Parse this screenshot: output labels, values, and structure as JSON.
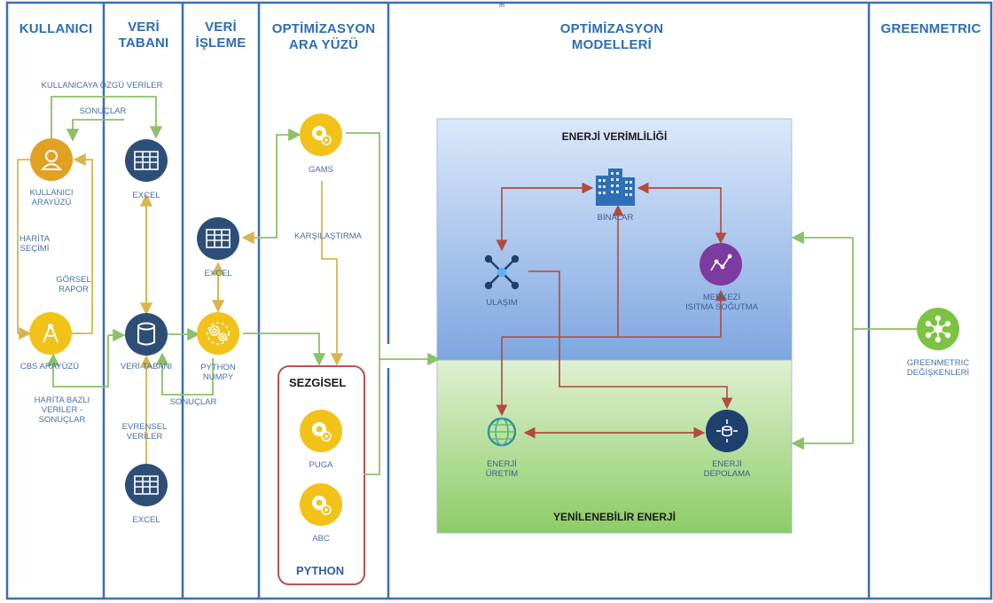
{
  "columns": {
    "kullanici": "KULLANICI",
    "veri_tabani_1": "VERİ",
    "veri_tabani_2": "TABANI",
    "veri_isleme_1": "VERİ",
    "veri_isleme_2": "İŞLEME",
    "opt_arayuz_1": "OPTİMİZASYON",
    "opt_arayuz_2": "ARA YÜZÜ",
    "opt_modelleri_1": "OPTİMİZASYON",
    "opt_modelleri_2": "MODELLERİ",
    "greenmetric": "GREENMETRIC",
    "top_mark": "m"
  },
  "nodes": {
    "kullanici_arayuzu_1": "KULLANICI",
    "kullanici_arayuzu_2": "ARAYÜZÜ",
    "cbs_arayuzu": "CBS ARAYÜZÜ",
    "excel_top": "EXCEL",
    "veri_tabani": "VERİ TABANI",
    "excel_bottom": "EXCEL",
    "excel_mid": "EXCEL",
    "python_numpy_1": "PYTHON",
    "python_numpy_2": "NUMPY",
    "gams": "GAMS",
    "puga": "PUGA",
    "abc": "ABC",
    "binalar": "BİNALAR",
    "ulasim": "ULAŞIM",
    "merkezi_1": "MERKEZİ",
    "merkezi_2": "ISITMA SOĞUTMA",
    "enerji_uretim_1": "ENERJİ",
    "enerji_uretim_2": "ÜRETİM",
    "enerji_depolama_1": "ENERJİ",
    "enerji_depolama_2": "DEPOLAMA",
    "greenmetric_1": "GREENMETRIC",
    "greenmetric_2": "DEĞİŞKENLERİ"
  },
  "edge_labels": {
    "kullaniciya_ozgu": "KULLANICAYA ÖZGÜ VERİLER",
    "sonuclar_top": "SONUÇLAR",
    "harita_secimi_1": "HARİTA",
    "harita_secimi_2": "SEÇİMİ",
    "gorsel_rapor_1": "GÖRSEL",
    "gorsel_rapor_2": "RAPOR",
    "harita_bazli_1": "HARİTA BAZLI",
    "harita_bazli_2": "VERİLER -",
    "harita_bazli_3": "SONUÇLAR",
    "sonuclar_bottom": "SONUÇLAR",
    "evrensel_1": "EVRENSEL",
    "evrensel_2": "VERİLER",
    "karsilastirma": "KARŞILAŞTIRMA"
  },
  "sections": {
    "enerji_verimliligi": "ENERJİ VERİMLİLİĞİ",
    "yenilenebilir": "YENİLENEBİLİR ENERJİ",
    "sezgisel": "SEZGİSEL",
    "python": "PYTHON"
  },
  "colors": {
    "column_border": "#3f6fb0",
    "header_text": "#2e6db4",
    "green_arrow": "#8cc06a",
    "yellow_arrow": "#d8b64f",
    "red_arrow": "#b24a3e",
    "node_navy": "#2d4f77",
    "node_gold": "#e1a123",
    "node_yellow": "#f2c218",
    "node_purple": "#7d3aa0",
    "node_green": "#7dc242",
    "sezgisel_border": "#b6544d"
  }
}
